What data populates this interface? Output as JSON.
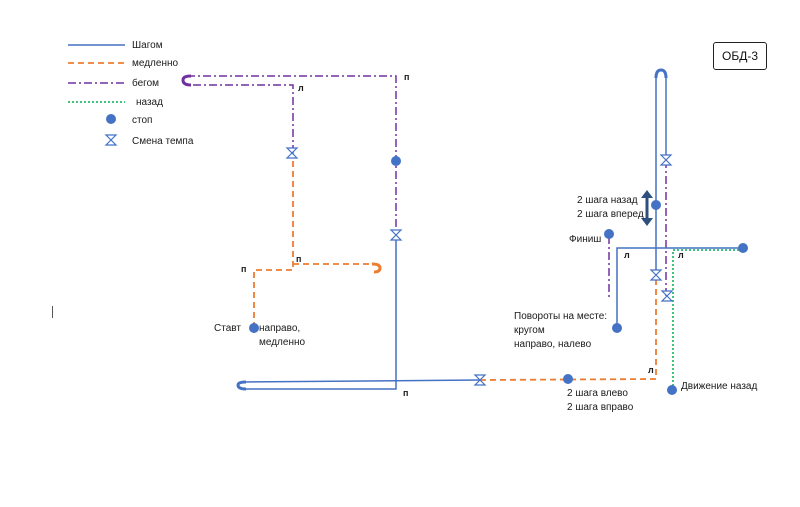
{
  "title": "ОБД-3",
  "legend": [
    {
      "key": "walk",
      "label": "Шагом"
    },
    {
      "key": "slow",
      "label": "медленно"
    },
    {
      "key": "run",
      "label": "бегом"
    },
    {
      "key": "back",
      "label": "назад"
    },
    {
      "key": "stop",
      "label": "стоп"
    },
    {
      "key": "change",
      "label": "Смена темпа"
    }
  ],
  "colors": {
    "walk": "#4472c4",
    "slow": "#ed7d31",
    "run": "#7030a0",
    "back": "#00b050",
    "stop": "#4472c4",
    "change": "#4472c4"
  },
  "labels": {
    "start": "Ставт",
    "start_note_1": "направо,",
    "start_note_2": "медленно",
    "turns_1": "Повороты на месте:",
    "turns_2": "кругом",
    "turns_3": "направо, налево",
    "steps_back_1": "2 шага назад",
    "steps_back_2": "2 шага вперед",
    "finish": "Финиш",
    "steps_side_1": "2 шага влево",
    "steps_side_2": "2 шага вправо",
    "move_back": "Движение назад"
  },
  "turn_marks": {
    "left": "л",
    "right": "п"
  }
}
